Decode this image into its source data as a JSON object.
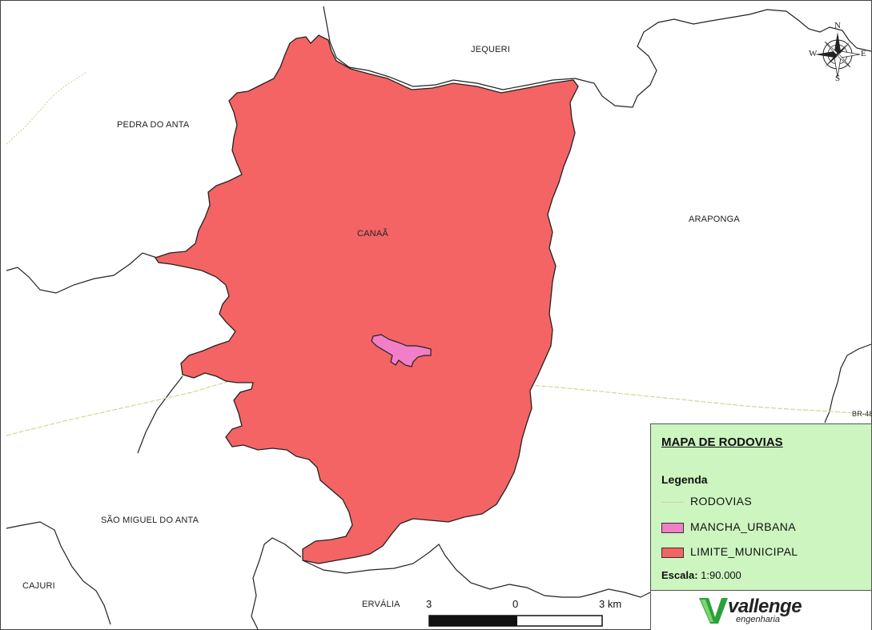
{
  "map": {
    "neighbors": {
      "jequeri": "JEQUERI",
      "pedra_do_anta": "PEDRA DO ANTA",
      "canaa": "CANAÃ",
      "araponga": "ARAPONGA",
      "sao_miguel_do_anta": "SÃO MIGUEL DO ANTA",
      "cajuri": "CAJURI",
      "ervalia": "ERVÁLIA",
      "road": "BR-48"
    },
    "compass": {
      "n": "N",
      "s": "S",
      "e": "E",
      "w": "W"
    },
    "scalebar": {
      "left": "3",
      "mid": "0",
      "right": "3 km"
    }
  },
  "legend": {
    "title": "MAPA DE RODOVIAS",
    "subtitle": "Legenda",
    "items": [
      {
        "label": "RODOVIAS",
        "color": "#d8d39a"
      },
      {
        "label": "MANCHA_URBANA",
        "color": "#f07fc8"
      },
      {
        "label": "LIMITE_MUNICIPAL",
        "color": "#f46464"
      }
    ],
    "scale_label": "Escala:",
    "scale_value": "1:90.000",
    "logo": {
      "name": "vallenge",
      "sub": "engenharia",
      "color": "#2aa23a"
    }
  },
  "colors": {
    "municipio": "#f46464",
    "urbana": "#f07fc8",
    "legend_bg": "#ccf5bf"
  }
}
